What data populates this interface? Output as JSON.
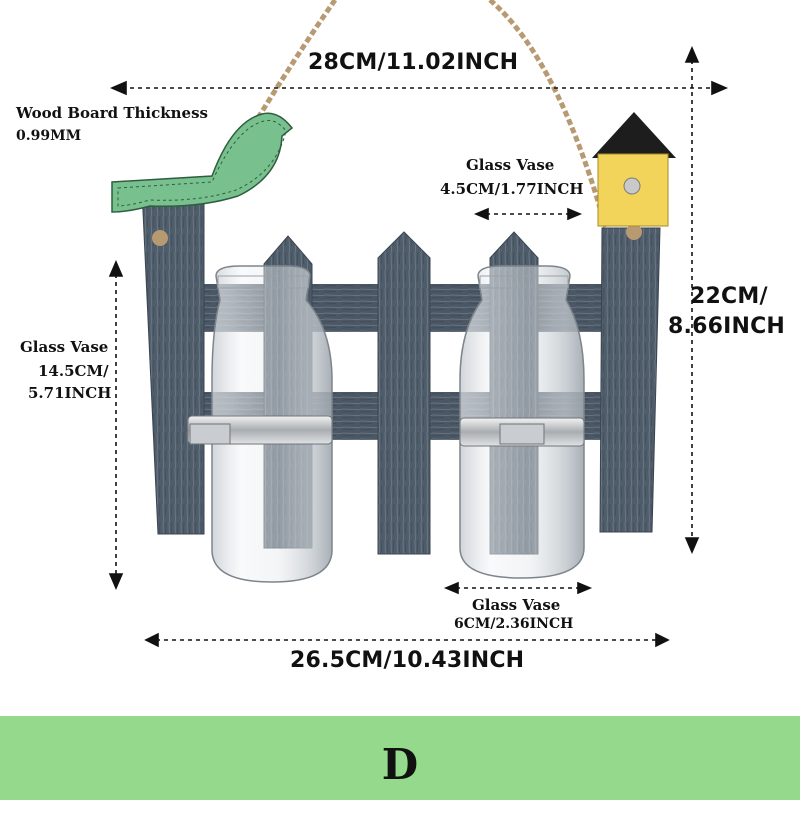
{
  "labels": {
    "total_width": "28CM/11.02INCH",
    "board_thickness_title": "Wood Board Thickness",
    "board_thickness_value": "0.99MM",
    "vase_top_title": "Glass Vase",
    "vase_top_value": "4.5CM/1.77INCH",
    "height_line1": "22CM/",
    "height_line2": "8.66INCH",
    "vase_height_title": "Glass Vase",
    "vase_height_line1": "14.5CM/",
    "vase_height_line2": "5.71INCH",
    "vase_bottom_title": "Glass Vase",
    "vase_bottom_value": "6CM/2.36INCH",
    "fence_width": "26.5CM/10.43INCH"
  },
  "variant": "D",
  "colors": {
    "fence": "#4f5c6a",
    "bird": "#79c08f",
    "birdhouse": "#f2d45a",
    "birdhouse_roof": "#1d1d1d",
    "bar": "#95d98c",
    "rope": "#b89a72"
  }
}
